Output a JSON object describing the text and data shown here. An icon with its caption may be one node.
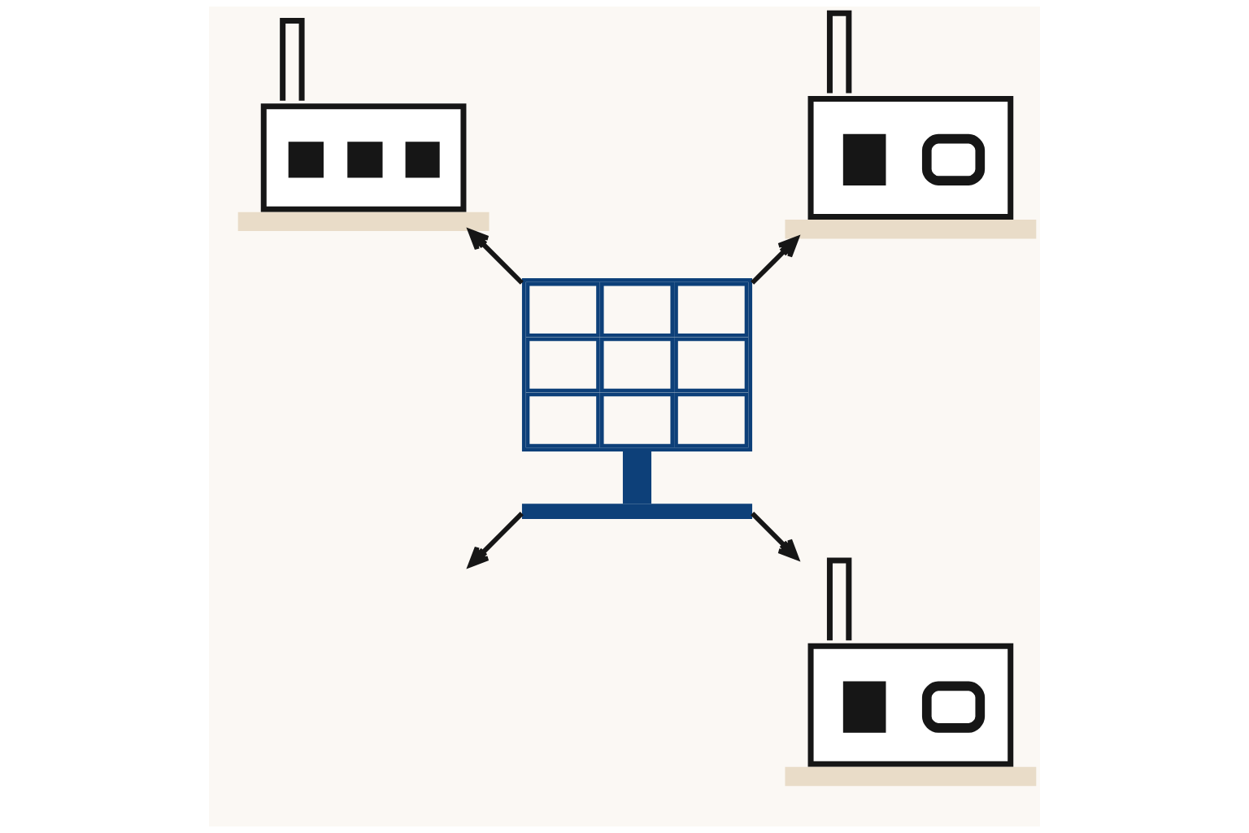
{
  "diagram": {
    "nodes": [
      {
        "text": [],
        "shape": "picture"
      },
      {
        "text": [],
        "shape": "picture"
      },
      {
        "text": [],
        "shape": "picture"
      },
      {
        "text": [],
        "shape": "picture"
      }
    ],
    "edges": [
      {
        "from": 2,
        "to": 0,
        "arrow": "to"
      },
      {
        "from": 2,
        "to": 1,
        "arrow": "to"
      },
      {
        "from": 2,
        "to": null,
        "arrow": "to"
      },
      {
        "from": 2,
        "to": 3,
        "arrow": "to"
      }
    ]
  }
}
